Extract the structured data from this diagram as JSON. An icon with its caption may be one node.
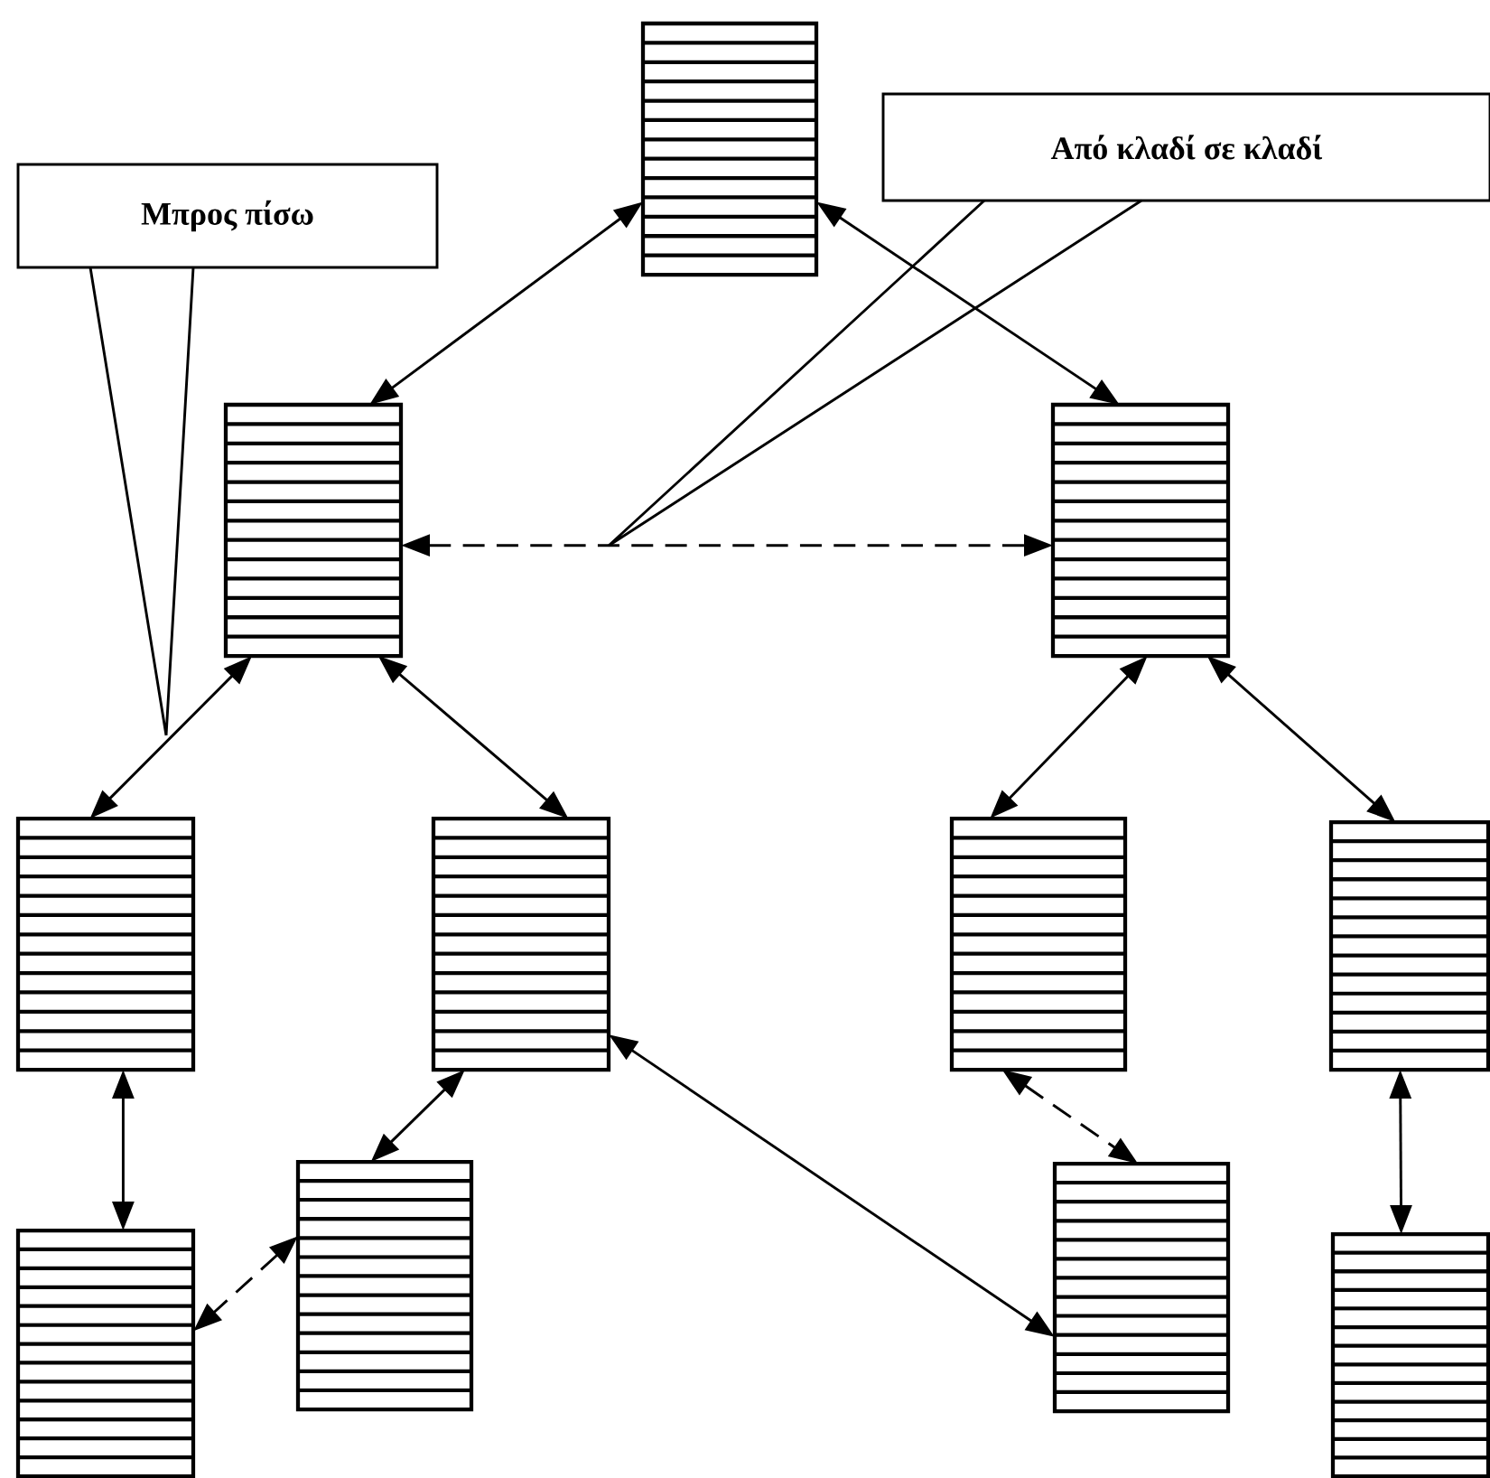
{
  "diagram": {
    "nodes": [
      {
        "text": [
          "Μπρος πίσω"
        ]
      },
      {
        "text": [
          "Από κλαδί σε κλαδί"
        ]
      },
      {
        "text": [],
        "shape": "box"
      },
      {
        "text": [],
        "shape": "box"
      },
      {
        "text": [],
        "shape": "box"
      },
      {
        "text": [],
        "shape": "box"
      },
      {
        "text": [],
        "shape": "box"
      },
      {
        "text": [],
        "shape": "box"
      },
      {
        "text": [],
        "shape": "box"
      },
      {
        "text": [],
        "shape": "box"
      },
      {
        "text": [],
        "shape": "box"
      },
      {
        "text": [],
        "shape": "box"
      },
      {
        "text": [],
        "shape": "box"
      }
    ],
    "edges": [
      {
        "from": 2,
        "to": 3,
        "arrow": "both"
      },
      {
        "from": 2,
        "to": 4,
        "arrow": "both"
      },
      {
        "from": 3,
        "to": 4,
        "arrow": "both",
        "style": "dashed"
      },
      {
        "from": 3,
        "to": 5,
        "arrow": "both"
      },
      {
        "from": 3,
        "to": 6,
        "arrow": "both"
      },
      {
        "from": 4,
        "to": 7,
        "arrow": "both"
      },
      {
        "from": 4,
        "to": 8,
        "arrow": "both"
      },
      {
        "from": 5,
        "to": 9,
        "arrow": "both"
      },
      {
        "from": 6,
        "to": 10,
        "arrow": "both"
      },
      {
        "from": 10,
        "to": 9,
        "arrow": "both",
        "style": "dashed"
      },
      {
        "from": 6,
        "to": 11,
        "arrow": "both"
      },
      {
        "from": 7,
        "to": 11,
        "arrow": "both",
        "style": "dashed"
      },
      {
        "from": 8,
        "to": 12,
        "arrow": "both"
      },
      {
        "from": 0,
        "to": null,
        "arrow": "none"
      },
      {
        "from": 1,
        "to": null,
        "arrow": "none"
      }
    ]
  }
}
